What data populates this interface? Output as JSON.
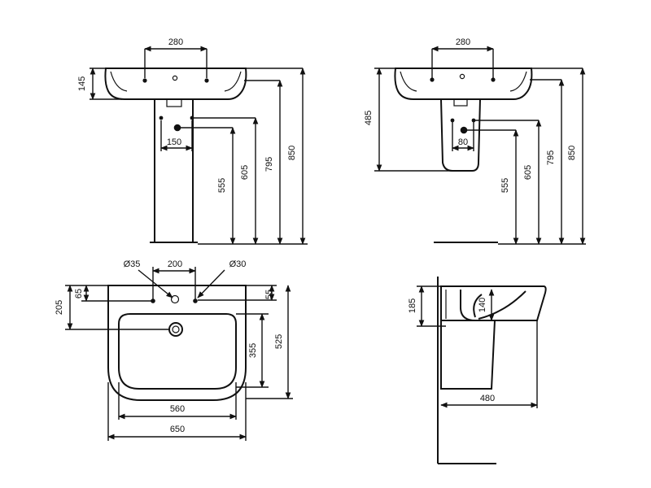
{
  "dimensions": {
    "tl_280": "280",
    "tl_145": "145",
    "tl_150": "150",
    "tl_555": "555",
    "tl_605": "605",
    "tl_795": "795",
    "tl_850": "850",
    "tr_280": "280",
    "tr_485": "485",
    "tr_80": "80",
    "tr_555": "555",
    "tr_605": "605",
    "tr_795": "795",
    "tr_850": "850",
    "bl_d35": "Ø35",
    "bl_200": "200",
    "bl_d30": "Ø30",
    "bl_205": "205",
    "bl_65": "65",
    "bl_55": "55",
    "bl_355": "355",
    "bl_525": "525",
    "bl_560": "560",
    "bl_650": "650",
    "br_185": "185",
    "br_140": "140",
    "br_480": "480"
  }
}
